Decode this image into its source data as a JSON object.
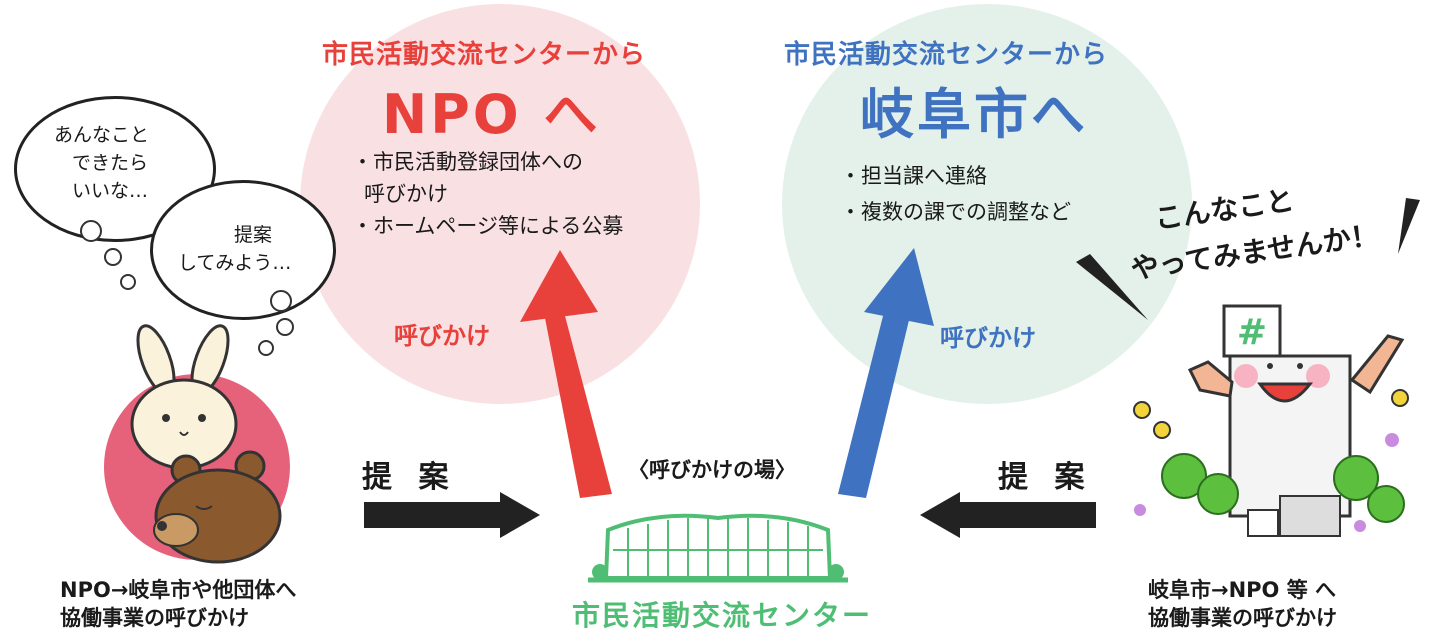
{
  "left_panel": {
    "subtitle": "市民活動交流センターから",
    "title": "NPO へ",
    "bullets": [
      "・市民活動登録団体への",
      "呼びかけ",
      "・ホームページ等による公募"
    ],
    "call_label": "呼びかけ"
  },
  "right_panel": {
    "subtitle": "市民活動交流センターから",
    "title": "岐阜市へ",
    "bullets": [
      "・担当課へ連絡",
      "・複数の課での調整など"
    ],
    "call_label": "呼びかけ"
  },
  "thought_bubbles": {
    "bubble1": [
      "あんなこと",
      "できたら",
      "いいな…"
    ],
    "bubble2": [
      "提案",
      "してみよう…"
    ]
  },
  "speech": [
    "こんなこと",
    "やってみませんか！"
  ],
  "proposal_left": "提 案",
  "proposal_right": "提 案",
  "venue_label": "〈呼びかけの場〉",
  "center_name": "市民活動交流センター",
  "bottom_left": [
    "NPO→岐阜市や他団体へ",
    "協働事業の呼びかけ"
  ],
  "bottom_right": [
    "岐阜市→NPO 等 へ",
    "協働事業の呼びかけ"
  ],
  "colors": {
    "red": "#e8403a",
    "blue": "#3f72c0",
    "green": "#4fbe74",
    "pink_circle": "#f9e0e3",
    "green_circle": "#e3f1ea",
    "animal_circle": "#e5627a"
  }
}
